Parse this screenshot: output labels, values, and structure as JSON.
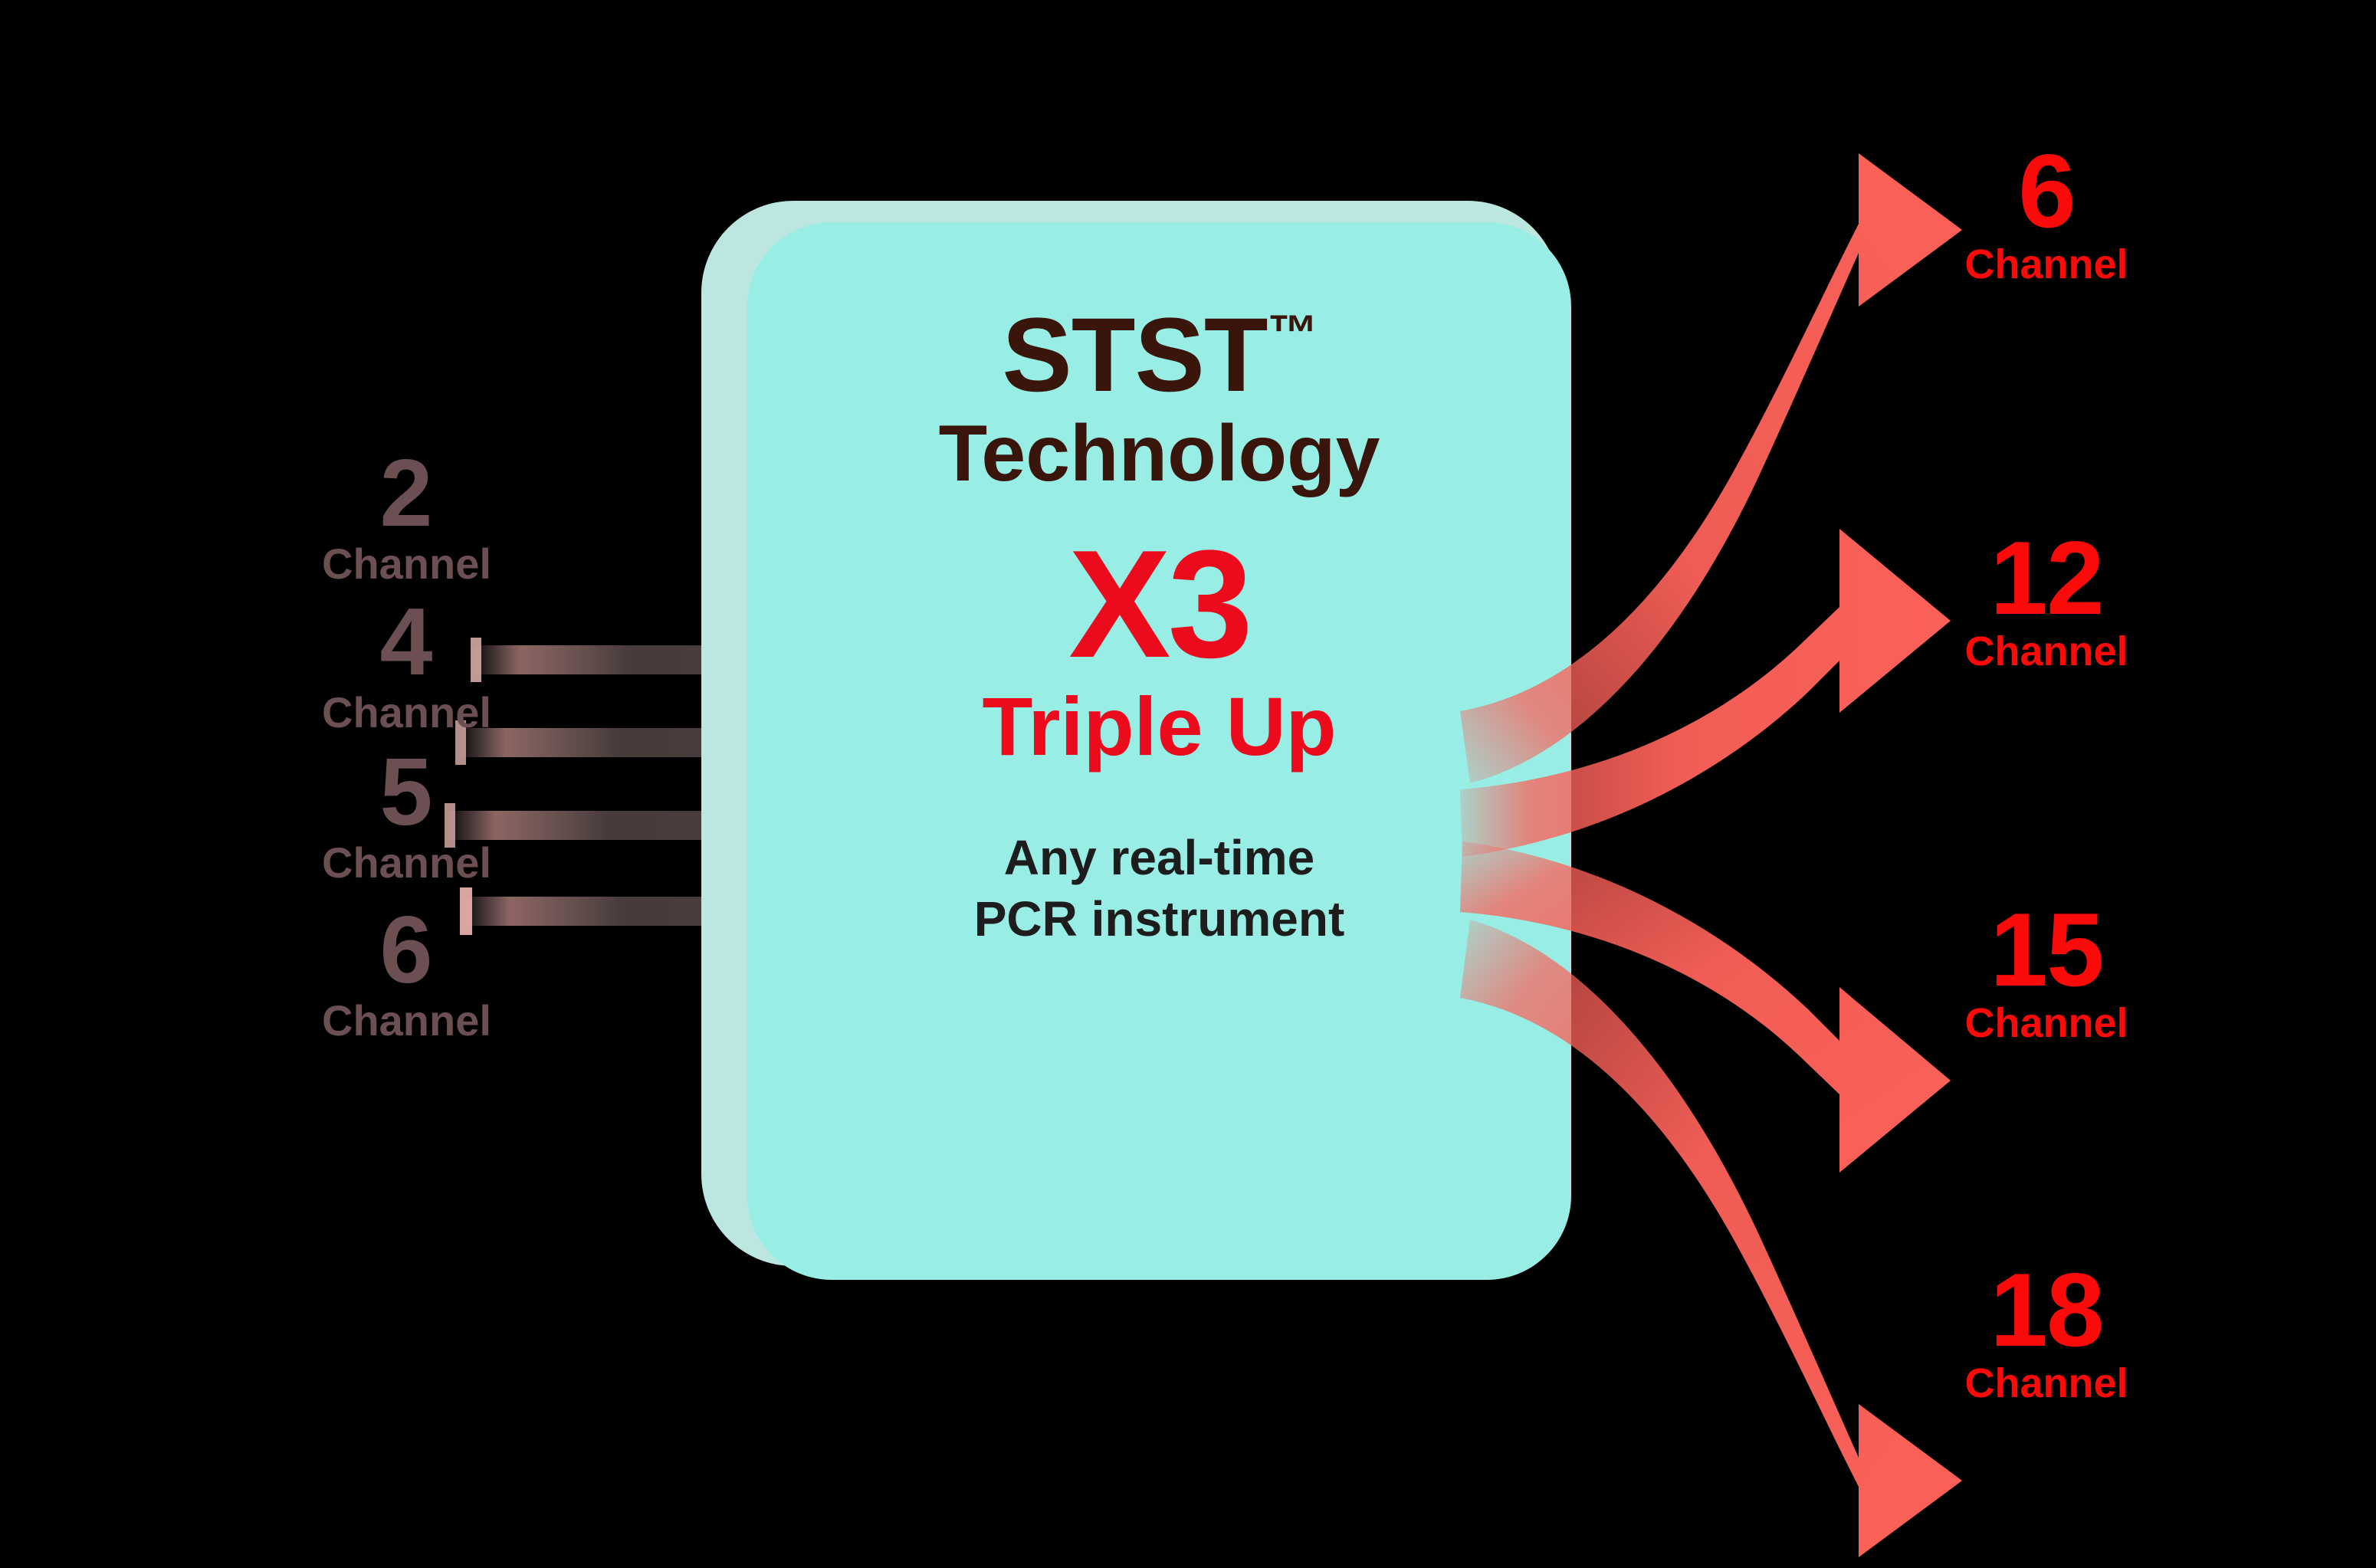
{
  "background_color": "#000000",
  "card": {
    "fill_color": "#98ede5",
    "outline_color": "#bce6e0",
    "brand": "STST",
    "trademark": "™",
    "technology": "Technology",
    "multiplier": "X3",
    "tagline": "Triple Up",
    "instrument_line_1": "Any real-time",
    "instrument_line_2": "PCR instrument",
    "brand_color": "#3a150c",
    "accent_color": "#ec0b1d",
    "instrument_color": "#1d1d1d"
  },
  "inputs": {
    "color": "#6b4f52",
    "unit": "Channel",
    "items": [
      {
        "value": "2",
        "unit": "Channel"
      },
      {
        "value": "4",
        "unit": "Channel"
      },
      {
        "value": "5",
        "unit": "Channel"
      },
      {
        "value": "6",
        "unit": "Channel"
      }
    ]
  },
  "outputs": {
    "color": "#fb0a0a",
    "unit": "Channel",
    "items": [
      {
        "value": "6",
        "unit": "Channel"
      },
      {
        "value": "12",
        "unit": "Channel"
      },
      {
        "value": "15",
        "unit": "Channel"
      },
      {
        "value": "18",
        "unit": "Channel"
      }
    ]
  },
  "arrows": {
    "color": "#fb6159",
    "ribbon_color": "#ffd5d2",
    "count": 4,
    "direction": "left-to-right"
  },
  "chart_data": {
    "type": "diagram",
    "title": "STST™ Technology — X3 Triple Up channel multiplication",
    "mapping": [
      {
        "input_channels": 2,
        "output_channels": 6
      },
      {
        "input_channels": 4,
        "output_channels": 12
      },
      {
        "input_channels": 5,
        "output_channels": 15
      },
      {
        "input_channels": 6,
        "output_channels": 18
      }
    ],
    "multiplier": 3,
    "xlabel": "",
    "ylabel": ""
  }
}
